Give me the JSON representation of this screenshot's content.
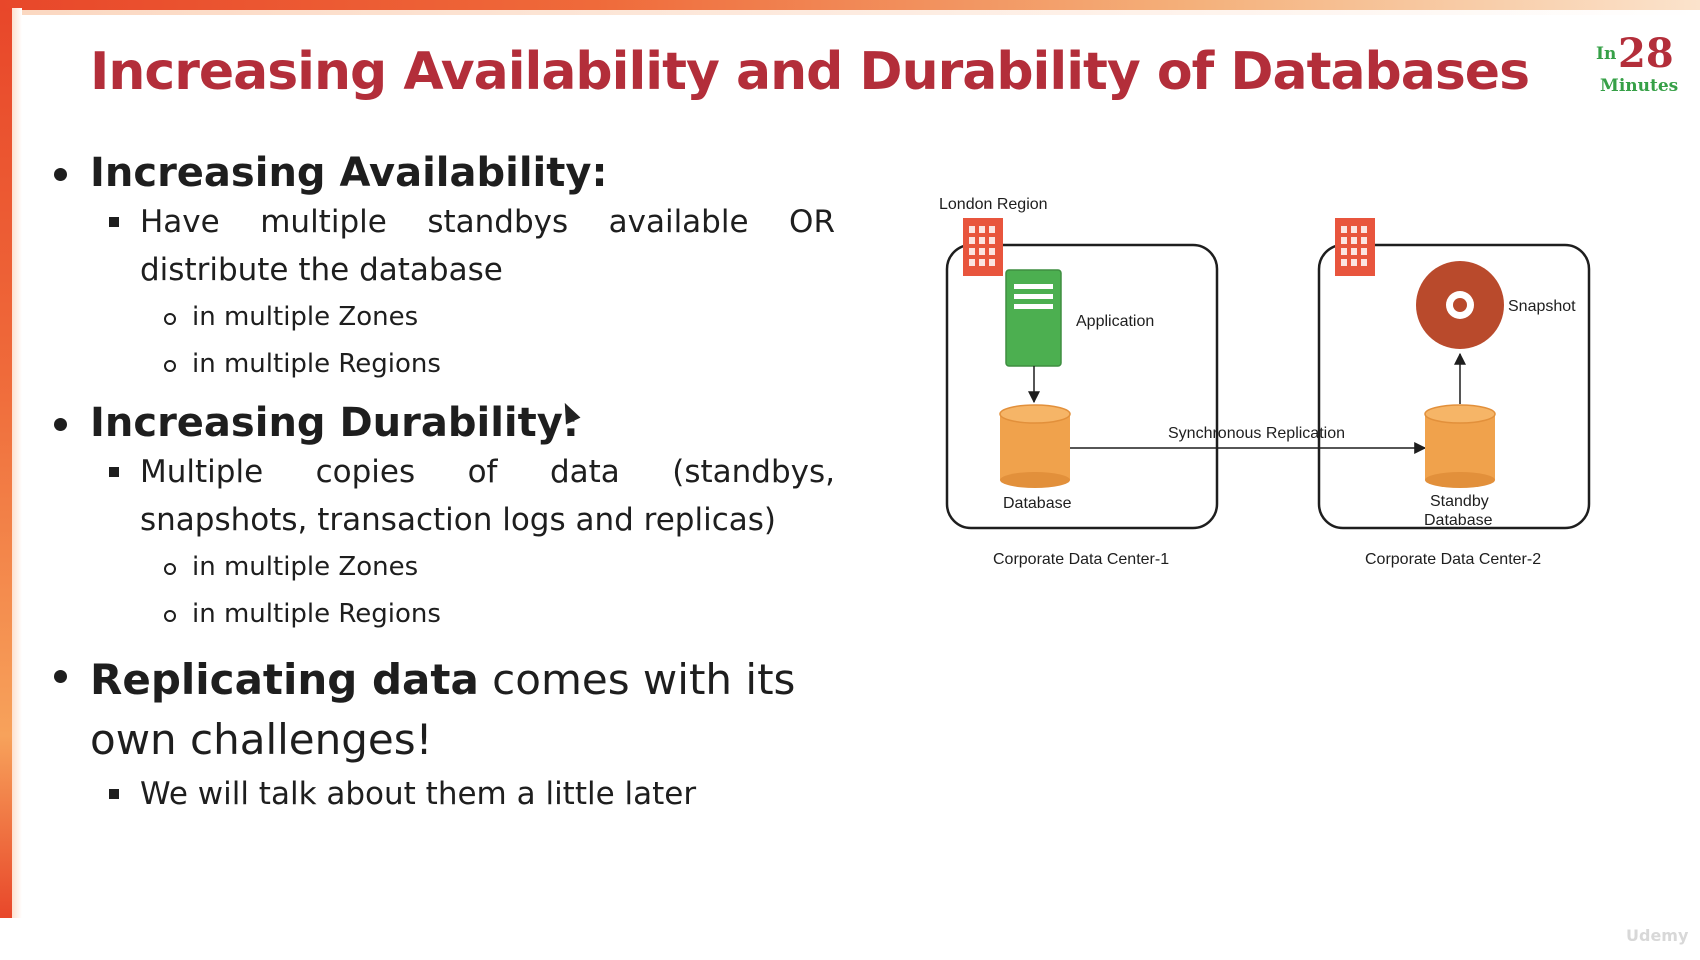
{
  "slide": {
    "title": "Increasing Availability and Durability of Databases",
    "logo": {
      "prefix": "In",
      "number": "28",
      "suffix": "Minutes"
    },
    "watermark": "Udemy"
  },
  "bullets": {
    "availability": {
      "heading": "Increasing Availability:",
      "point": "Have multiple standbys available OR distribute the database",
      "sub": [
        "in multiple Zones",
        "in multiple Regions"
      ]
    },
    "durability": {
      "heading": "Increasing Durability:",
      "point": "Multiple copies of data (standbys, snapshots, transaction logs and replicas)",
      "sub": [
        "in multiple Zones",
        "in multiple Regions"
      ]
    },
    "replicating": {
      "bold": "Replicating data",
      "rest": " comes with its own challenges!",
      "point": "We will talk about them a little later"
    }
  },
  "diagram": {
    "region_label": "London Region",
    "application_label": "Application",
    "database_label": "Database",
    "replication_label": "Synchronous Replication",
    "snapshot_label": "Snapshot",
    "standby_label_line1": "Standby",
    "standby_label_line2": "Database",
    "dc1_label": "Corporate Data Center-1",
    "dc2_label": "Corporate Data Center-2",
    "colors": {
      "building": "#e8553d",
      "application": "#4caf50",
      "database": "#f0a24c",
      "snapshot": "#b94a2c"
    }
  }
}
